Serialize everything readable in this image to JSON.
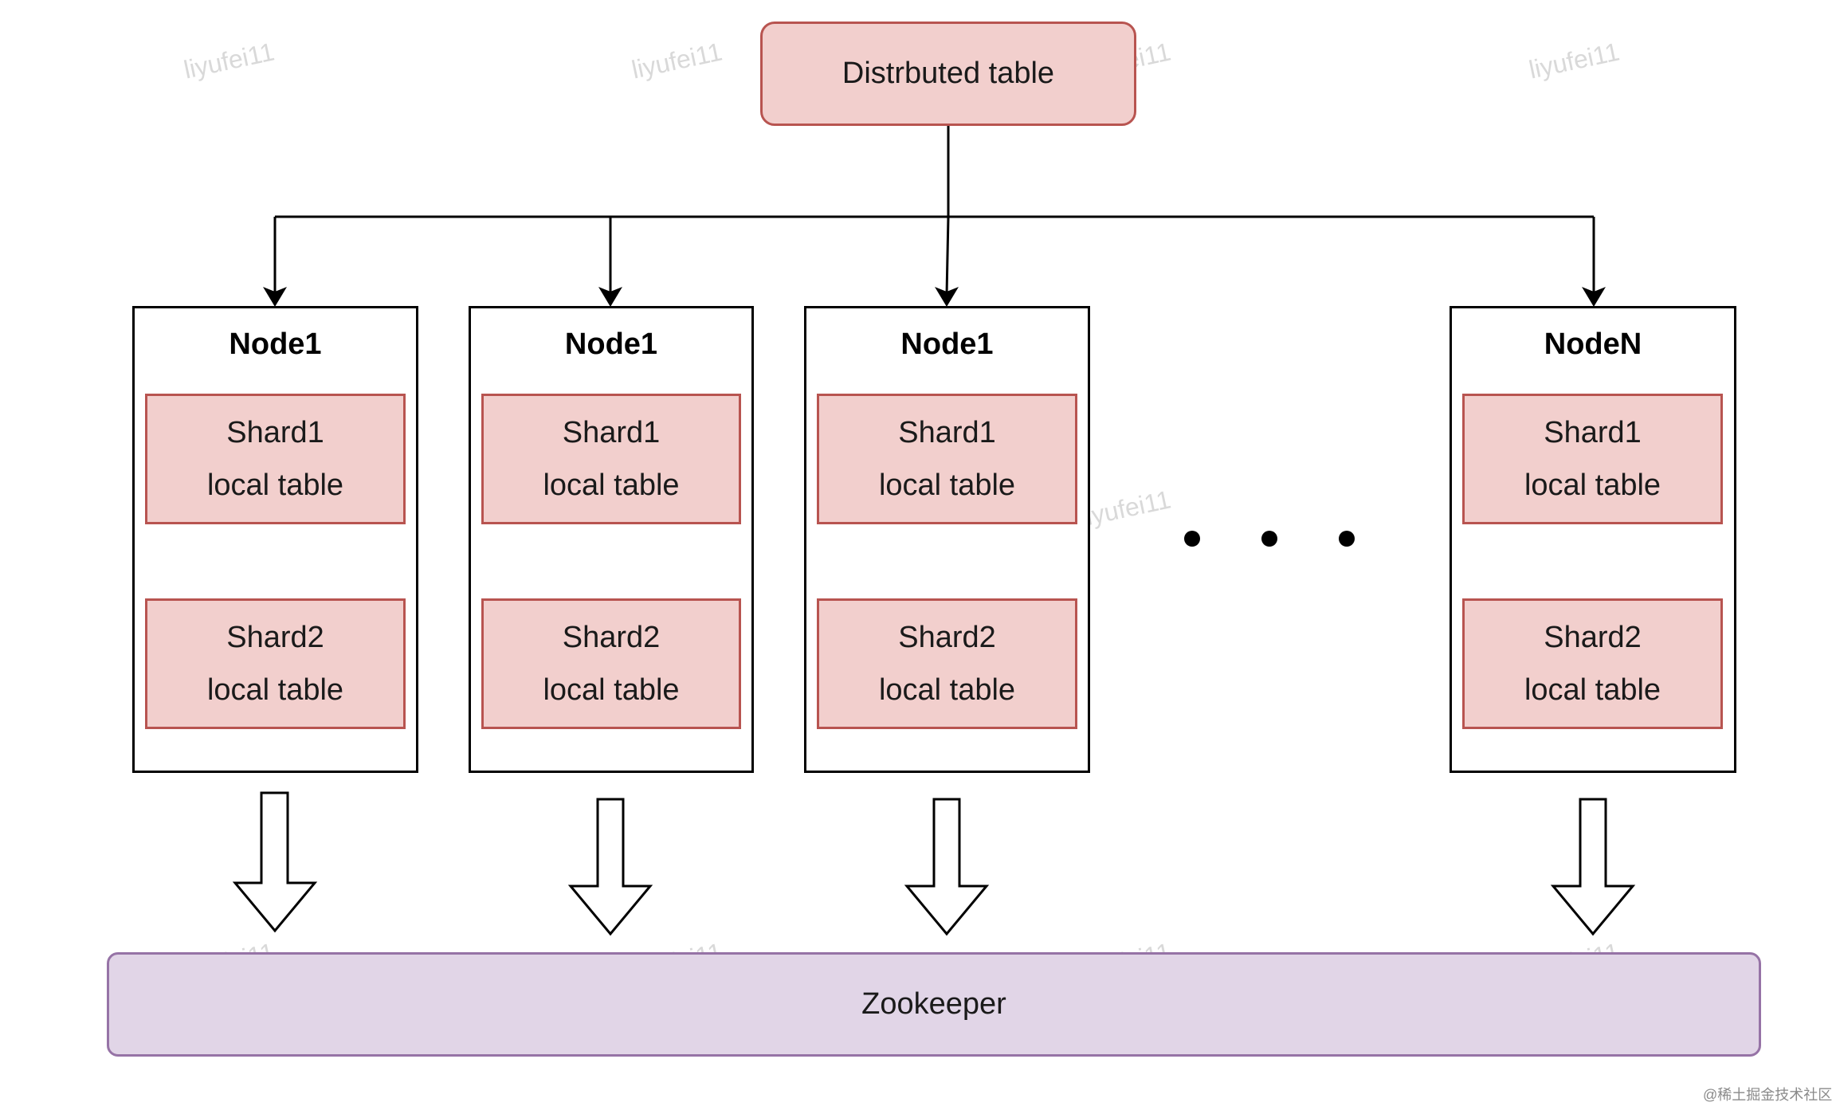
{
  "distributed_table": {
    "label": "Distrbuted table"
  },
  "nodes": [
    {
      "title": "Node1",
      "shards": [
        {
          "name": "Shard1",
          "label": "local table"
        },
        {
          "name": "Shard2",
          "label": "local table"
        }
      ]
    },
    {
      "title": "Node1",
      "shards": [
        {
          "name": "Shard1",
          "label": "local table"
        },
        {
          "name": "Shard2",
          "label": "local table"
        }
      ]
    },
    {
      "title": "Node1",
      "shards": [
        {
          "name": "Shard1",
          "label": "local table"
        },
        {
          "name": "Shard2",
          "label": "local table"
        }
      ]
    },
    {
      "title": "NodeN",
      "shards": [
        {
          "name": "Shard1",
          "label": "local table"
        },
        {
          "name": "Shard2",
          "label": "local table"
        }
      ]
    }
  ],
  "zookeeper": {
    "label": "Zookeeper"
  },
  "watermark": "liyufei11",
  "credit": "@稀土掘金技术社区",
  "colors": {
    "shard_fill": "#f2cfcd",
    "shard_stroke": "#b85450",
    "zookeeper_fill": "#e1d5e7",
    "zookeeper_stroke": "#9673a6",
    "node_stroke": "#000000"
  }
}
